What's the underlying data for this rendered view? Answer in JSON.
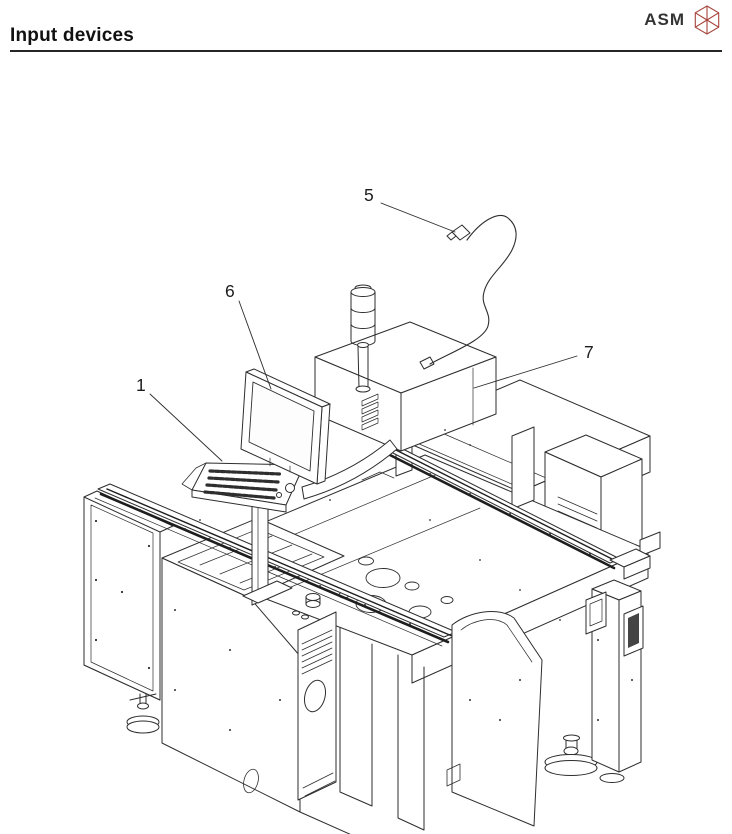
{
  "header": {
    "title": "Input devices",
    "logo": {
      "text": "ASM",
      "icon": "hexagon-wireframe-logo"
    }
  },
  "figure": {
    "kind": "technical-line-drawing",
    "callouts": [
      {
        "label": "1"
      },
      {
        "label": "5"
      },
      {
        "label": "6"
      },
      {
        "label": "7"
      }
    ]
  },
  "colors": {
    "logo_red": "#A5443C",
    "line": "#2e2e2e",
    "rule": "#262626",
    "title_text": "#111111"
  }
}
